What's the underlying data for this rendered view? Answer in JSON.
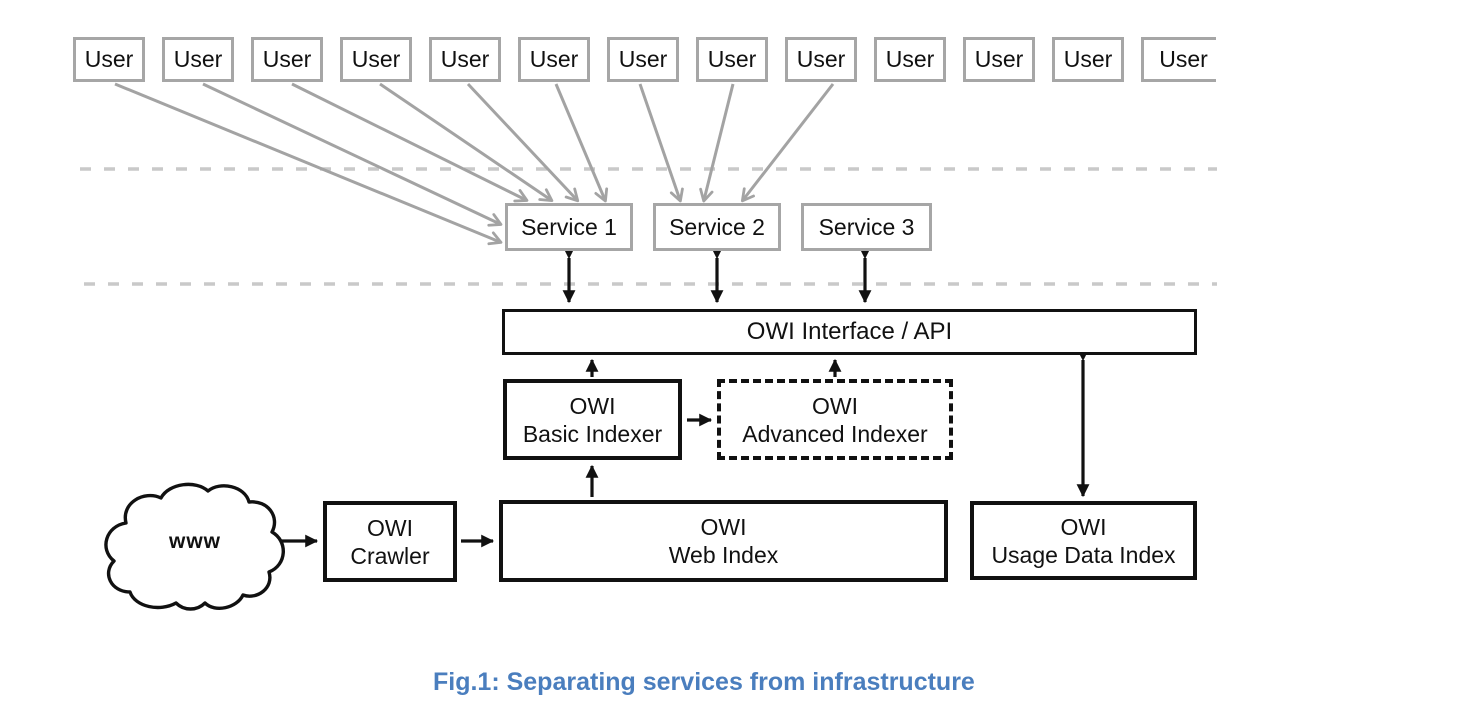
{
  "figure": {
    "caption": "Fig.1: Separating services from infrastructure",
    "caption_color": "#4a7ebe"
  },
  "users": {
    "labels": [
      "User",
      "User",
      "User",
      "User",
      "User",
      "User",
      "User",
      "User",
      "User",
      "User",
      "User",
      "User",
      "User"
    ]
  },
  "services": [
    {
      "label": "Service 1"
    },
    {
      "label": "Service 2"
    },
    {
      "label": "Service 3"
    }
  ],
  "interface_bar": {
    "label": "OWI Interface / API"
  },
  "components": {
    "basic_indexer": {
      "line1": "OWI",
      "line2": "Basic Indexer"
    },
    "advanced_indexer": {
      "line1": "OWI",
      "line2": "Advanced Indexer"
    },
    "crawler": {
      "line1": "OWI",
      "line2": "Crawler"
    },
    "web_index": {
      "line1": "OWI",
      "line2": "Web Index"
    },
    "usage_data_index": {
      "line1": "OWI",
      "line2": "Usage Data Index"
    },
    "www_cloud": {
      "label": "www"
    }
  },
  "colors": {
    "box_border_gray": "#a6a6a6",
    "arrow_gray": "#a3a3a3",
    "dashed_line": "#c9c9c9",
    "black": "#111111",
    "caption_blue": "#4a7ebe",
    "background": "#ffffff"
  }
}
